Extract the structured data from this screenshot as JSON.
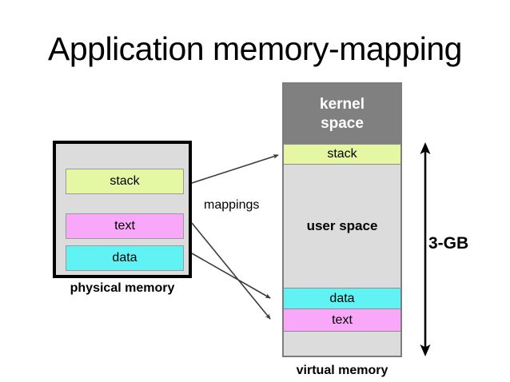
{
  "slide": {
    "title": "Application memory-mapping",
    "background": "#ffffff"
  },
  "physical_memory": {
    "caption": "physical memory",
    "fill": "#dcdcdc",
    "border": "#000000",
    "segments": [
      {
        "label": "stack",
        "color": "#e6f7a3"
      },
      {
        "label": "text",
        "color": "#f9a8f9"
      },
      {
        "label": "data",
        "color": "#61f3f3"
      }
    ]
  },
  "virtual_memory": {
    "caption": "virtual memory",
    "fill": "#dcdcdc",
    "border": "#7d7d7d",
    "segments": [
      {
        "label": "kernel",
        "label2": "space",
        "color": "#808080",
        "text_color": "#ffffff"
      },
      {
        "label": "stack",
        "color": "#e6f7a3"
      },
      {
        "label": "user space",
        "color": "#dcdcdc"
      },
      {
        "label": "data",
        "color": "#61f3f3"
      },
      {
        "label": "text",
        "color": "#f9a8f9"
      },
      {
        "label": "",
        "color": "#dcdcdc"
      }
    ]
  },
  "mappings": {
    "label": "mappings",
    "arrow_color": "#3b3b3b",
    "arrows": [
      {
        "name": "stack-mapping",
        "from": "physical stack",
        "to": "virtual stack"
      },
      {
        "name": "text-mapping",
        "from": "physical text",
        "to": "virtual text"
      },
      {
        "name": "data-mapping",
        "from": "physical data",
        "to": "virtual data"
      }
    ]
  },
  "measure": {
    "label": "3-GB",
    "color": "#000000"
  }
}
